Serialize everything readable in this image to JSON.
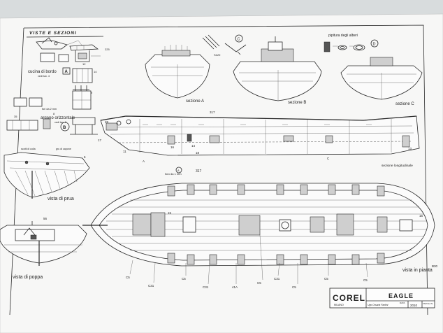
{
  "header": {
    "title": "VISTE E SEZIONI",
    "c_marker": "C",
    "d_marker": "D",
    "pipe_ref": "S120",
    "arrows_label": "pipitura degli alberi",
    "scale_label": "225"
  },
  "galley": {
    "label": "cucina di bordo",
    "sub": "vedi tav. 4",
    "marker": "A",
    "dims": [
      "12",
      "14",
      "9"
    ]
  },
  "capstan": {
    "label": "argano orizzontale",
    "sub": "vedi tav. 3",
    "marker": "B",
    "note": "fori da 2 mm",
    "dims": [
      "35",
      "8"
    ]
  },
  "sections": {
    "a": "sezione A",
    "b": "sezione B",
    "c": "sezione C"
  },
  "profile": {
    "label": "sezione longitudinale",
    "nums": [
      "317",
      "28",
      "17",
      "11",
      "A",
      "16",
      "14",
      "18",
      "C",
      "13"
    ],
    "c_marker": "C"
  },
  "bow": {
    "label": "vista di prua",
    "note_left": "scotti di colla",
    "note_right": "gru di capone",
    "num": "6"
  },
  "stern": {
    "label": "vista di poppa",
    "num": "56"
  },
  "plan": {
    "label": "vista in pianta",
    "hole_note": "foro da 1 mm",
    "ref_317": "317",
    "ref_a": "A",
    "top_nums": [
      "15",
      "16"
    ],
    "side_nums": [
      "B30"
    ],
    "callouts": [
      "C5",
      "C31",
      "C5",
      "C31",
      "41A",
      "C5",
      "C31",
      "C5",
      "C5",
      "C5"
    ]
  },
  "title_block": {
    "brand": "COREL",
    "city": "MILANO",
    "model": "EAGLE",
    "designer": "Ugo Orsaria Fantini",
    "year_label": "DATA",
    "year": "2010",
    "sheet_label": "TAVOLA N."
  }
}
